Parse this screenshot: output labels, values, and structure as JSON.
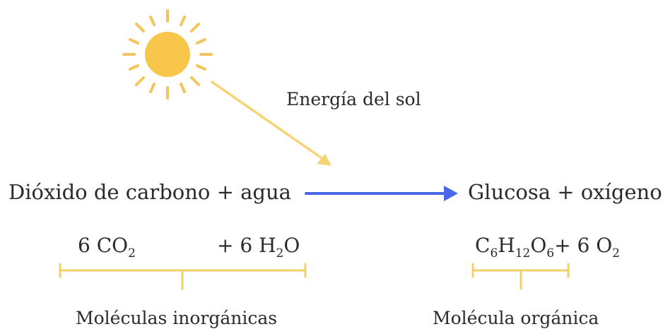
{
  "colors": {
    "sun": "#f7c64a",
    "sun_rays": "#f2c65a",
    "sun_arrow": "#f6d373",
    "main_arrow": "#4a67e8",
    "brackets": "#f3cf68",
    "text": "#2b2b2b"
  },
  "icons": {
    "sun": "sun-icon",
    "sun_arrow": "arrow-down-right-icon",
    "main_arrow": "arrow-right-icon"
  },
  "energy_label": "Energía del sol",
  "reactants": {
    "label": "Dióxido de carbono + agua",
    "co2": {
      "coef": "6 CO",
      "sub": "2"
    },
    "h2o": {
      "prefix": "+ 6 H",
      "sub": "2",
      "suffix": "O"
    },
    "group_label": "Moléculas inorgánicas"
  },
  "products": {
    "label": "Glucosa + oxígeno",
    "glucose": {
      "c": "C",
      "c_sub": "6",
      "h": "H",
      "h_sub": "12",
      "o": "O",
      "o_sub": "6"
    },
    "o2": {
      "prefix": "+ 6 O",
      "sub": "2"
    },
    "group_label": "Molécula orgánica"
  }
}
